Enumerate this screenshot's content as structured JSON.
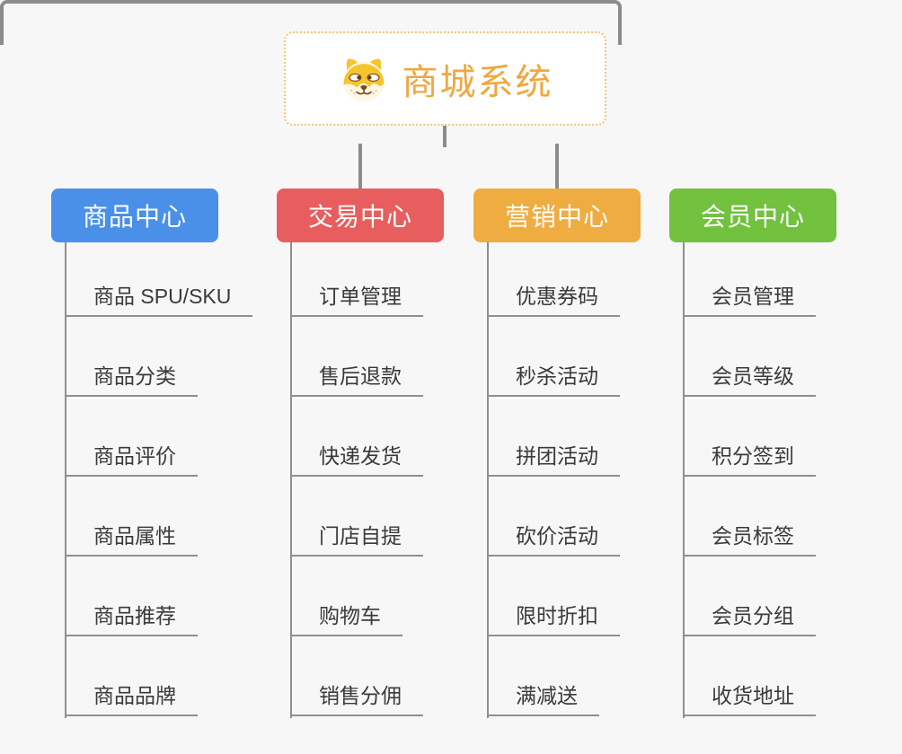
{
  "root": {
    "title": "商城系统",
    "icon": "doge-icon"
  },
  "branches": [
    {
      "label": "商品中心",
      "color": "#4A90E8",
      "items": [
        "商品 SPU/SKU",
        "商品分类",
        "商品评价",
        "商品属性",
        "商品推荐",
        "商品品牌"
      ]
    },
    {
      "label": "交易中心",
      "color": "#E85E5E",
      "items": [
        "订单管理",
        "售后退款",
        "快递发货",
        "门店自提",
        "购物车",
        "销售分佣"
      ]
    },
    {
      "label": "营销中心",
      "color": "#EFAC41",
      "items": [
        "优惠券码",
        "秒杀活动",
        "拼团活动",
        "砍价活动",
        "限时折扣",
        "满减送"
      ]
    },
    {
      "label": "会员中心",
      "color": "#72C13F",
      "items": [
        "会员管理",
        "会员等级",
        "积分签到",
        "会员标签",
        "会员分组",
        "收货地址"
      ]
    }
  ],
  "colors": {
    "background": "#F7F7F7",
    "connector": "#8C8C8C",
    "underline": "#8F8F8F",
    "item_text": "#3A3A3A",
    "root_text": "#F0A73F",
    "root_border": "#F5C473",
    "branch_blue": "#4A90E8",
    "branch_red": "#E85E5E",
    "branch_amber": "#EFAC41",
    "branch_green": "#72C13F"
  }
}
